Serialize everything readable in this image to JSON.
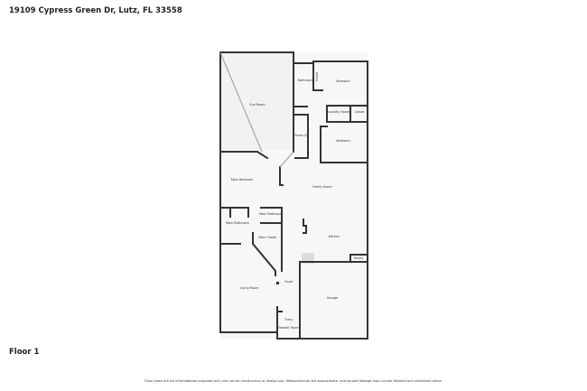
{
  "header": {
    "address": "19109 Cypress Green Dr, Lutz, FL 33558"
  },
  "floor_label": "Floor 1",
  "rooms": [
    {
      "name": "Sun Room"
    },
    {
      "name": "Bathroom"
    },
    {
      "name": "Closet"
    },
    {
      "name": "Bedroom"
    },
    {
      "name": "Laundry Room"
    },
    {
      "name": "Closet"
    },
    {
      "name": "Stairs Up"
    },
    {
      "name": "Bedroom"
    },
    {
      "name": "Main Bedroom"
    },
    {
      "name": "Family Room"
    },
    {
      "name": "Main Bathroom"
    },
    {
      "name": "Main Bathroom"
    },
    {
      "name": "Main Closet"
    },
    {
      "name": "Kitchen"
    },
    {
      "name": "Pantry"
    },
    {
      "name": "Foyer"
    },
    {
      "name": "Living Room"
    },
    {
      "name": "Garage"
    },
    {
      "name": "Entry"
    },
    {
      "name": "Powder Room"
    }
  ],
  "disclaimer": "Floor plans are for informational purposes only and not for construction or design use. Measurements are approximate, and square footage may include finished and unfinished areas."
}
